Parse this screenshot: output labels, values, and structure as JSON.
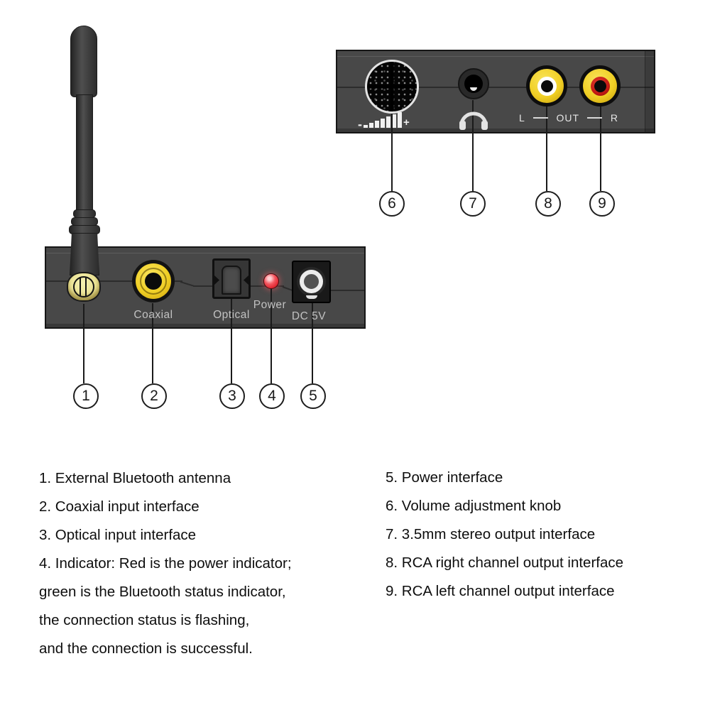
{
  "back_panel": {
    "volume_icon": {
      "minus": "-",
      "plus": "+"
    },
    "headphone_icon": "headphones-icon",
    "rca_labels": {
      "left": "L",
      "out": "OUT",
      "right": "R"
    }
  },
  "front_panel": {
    "labels": {
      "coaxial": "Coaxial",
      "optical": "Optical",
      "power": "Power",
      "dc_5v": "DC 5V"
    }
  },
  "callouts": [
    "1",
    "2",
    "3",
    "4",
    "5",
    "6",
    "7",
    "8",
    "9"
  ],
  "legend": {
    "left": [
      "1. External Bluetooth antenna",
      "2. Coaxial input interface",
      "3. Optical input interface",
      "4. Indicator: Red is the power indicator;",
      "green is the Bluetooth status indicator,",
      "the connection status is flashing,",
      "and the connection is successful."
    ],
    "right": [
      "5. Power interface",
      "6. Volume adjustment knob",
      "7. 3.5mm stereo output interface",
      "8. RCA right channel output interface",
      "9. RCA left channel output interface"
    ]
  },
  "colors": {
    "panel_gray": "#484848",
    "rca_yellow": "#f0cf25",
    "rca_white": "#ffffff",
    "rca_red": "#c41a14",
    "led_red": "#e02832",
    "antenna_gold": "#eae293",
    "panel_label_gray": "#c2c2c2",
    "line_black": "#1a1a1a"
  }
}
